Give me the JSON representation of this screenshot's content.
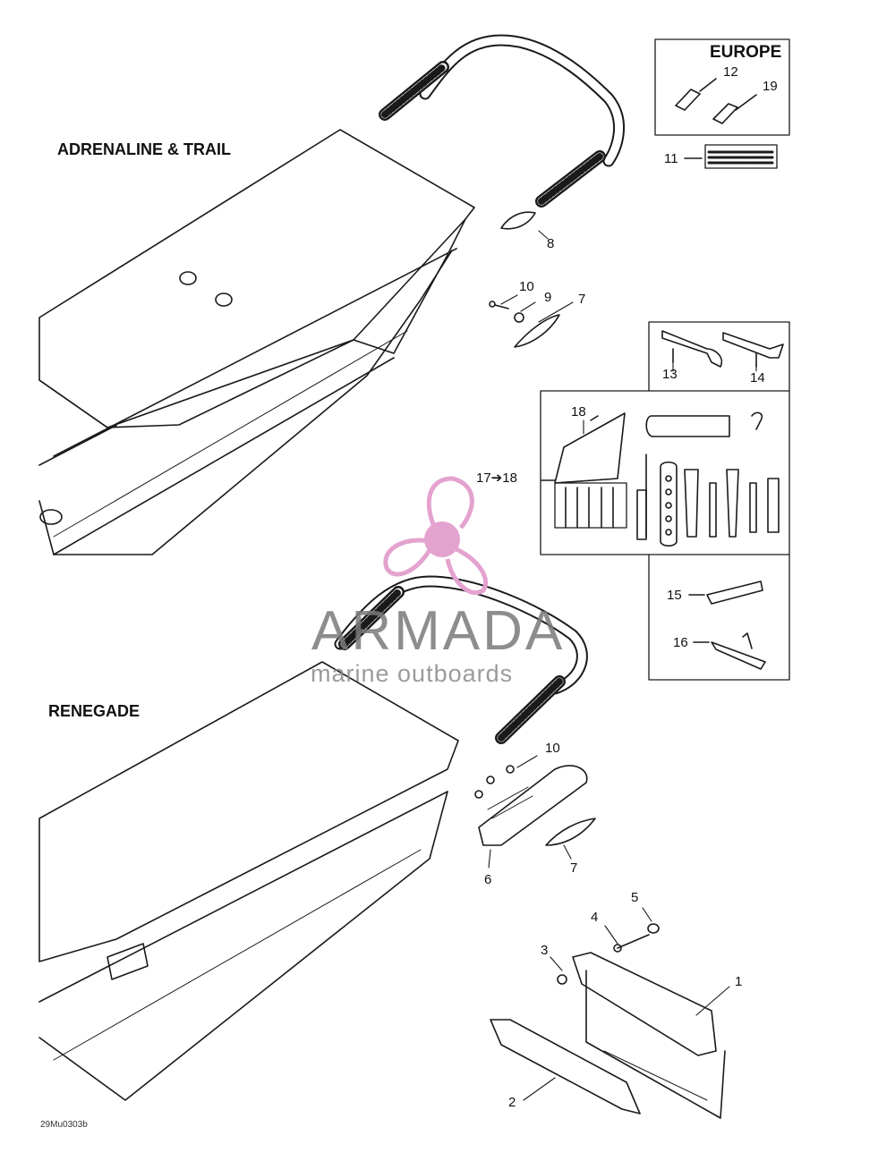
{
  "sections": {
    "top_label": "ADRENALINE & TRAIL",
    "bottom_label": "RENEGADE"
  },
  "europe_box": {
    "title": "EUROPE"
  },
  "callouts": {
    "c1": "1",
    "c2": "2",
    "c3": "3",
    "c4": "4",
    "c5": "5",
    "c6": "6",
    "c7_top": "7",
    "c7_bottom": "7",
    "c8": "8",
    "c9": "9",
    "c10_top": "10",
    "c10_bottom": "10",
    "c11": "11",
    "c12": "12",
    "c13": "13",
    "c14": "14",
    "c15": "15",
    "c16": "16",
    "c17_18": "17➔18",
    "c18": "18",
    "c19": "19"
  },
  "drawing_code": "29Mu0303b",
  "watermark": {
    "brand": "ARMADA",
    "tagline": "marine outboards",
    "logo_color": "#e4a2cf"
  },
  "colors": {
    "line": "#1a1a1a",
    "paper": "#ffffff"
  }
}
